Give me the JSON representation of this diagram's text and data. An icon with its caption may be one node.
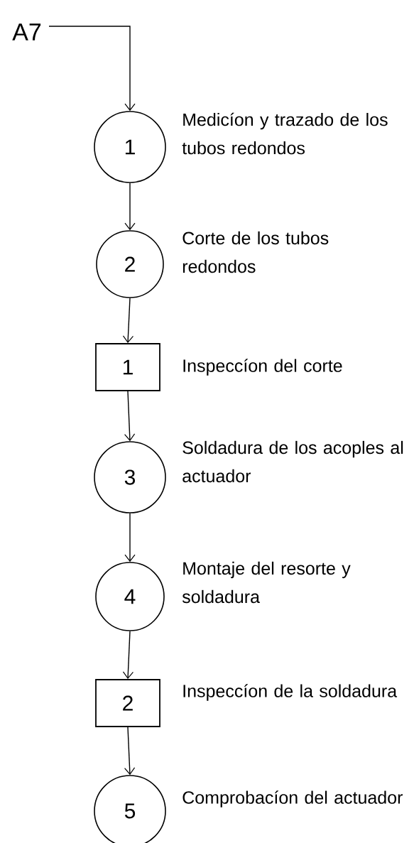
{
  "diagram": {
    "nodes": [
      {
        "text": [
          "A7"
        ]
      },
      {
        "text": [
          "1"
        ],
        "beside": [
          "Medicíon y trazado de los tubos redondos"
        ]
      },
      {
        "text": [
          "2"
        ],
        "beside": [
          "Corte de los tubos redondos"
        ]
      },
      {
        "text": [
          "1"
        ],
        "beside": [
          "Inspeccíon del corte"
        ]
      },
      {
        "text": [
          "3"
        ],
        "beside": [
          "Soldadura de los acoples al actuador"
        ]
      },
      {
        "text": [
          "4"
        ],
        "beside": [
          "Montaje del resorte y soldadura"
        ]
      },
      {
        "text": [
          "2"
        ],
        "beside": [
          "Inspeccíon de la soldadura"
        ]
      },
      {
        "text": [
          "5"
        ],
        "beside": [
          "Comprobacíon del actuador"
        ]
      }
    ],
    "edges": [
      {
        "from": 0,
        "to": 1,
        "arrow": "to"
      },
      {
        "from": 1,
        "to": 2,
        "arrow": "to"
      },
      {
        "from": 2,
        "to": 3,
        "arrow": "to"
      },
      {
        "from": 3,
        "to": 4,
        "arrow": "to"
      },
      {
        "from": 4,
        "to": 5,
        "arrow": "to"
      },
      {
        "from": 5,
        "to": 6,
        "arrow": "to"
      },
      {
        "from": 6,
        "to": 7,
        "arrow": "to"
      }
    ]
  }
}
